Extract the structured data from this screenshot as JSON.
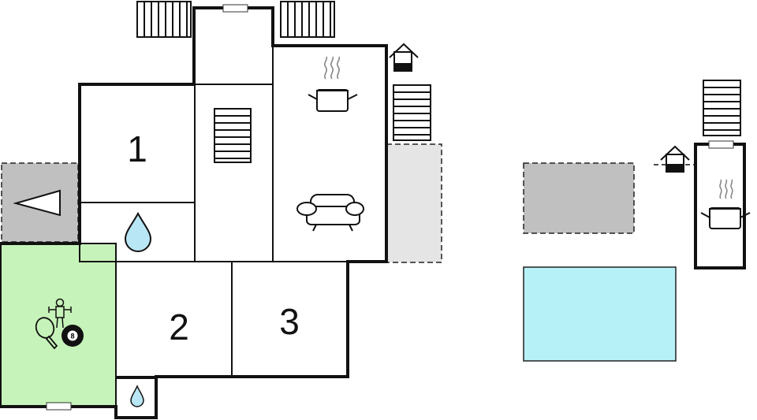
{
  "plan": {
    "rooms": [
      {
        "id": "room-1",
        "label": "1"
      },
      {
        "id": "room-2",
        "label": "2"
      },
      {
        "id": "room-3",
        "label": "3"
      }
    ],
    "billiard_ball_label": "8",
    "colors": {
      "wall": "#111111",
      "terrace": "#c0c0c0",
      "terrace_light": "#e5e5e5",
      "games_room": "#c6f3b9",
      "pool": "#b7f1f8",
      "water_drop": "#b9e6f5",
      "window_frame": "#ffffff"
    },
    "icons": [
      "stairs-icon",
      "window-icon",
      "cooking-pot-icon",
      "sofa-icon",
      "water-drop-icon",
      "direction-arrow-icon",
      "table-football-icon",
      "ping-pong-icon",
      "billiard-ball-icon",
      "well-icon"
    ]
  }
}
